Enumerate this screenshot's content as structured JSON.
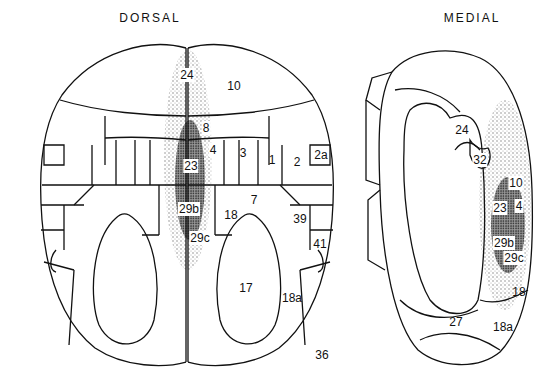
{
  "diagram": {
    "labels": [
      "DORSAL",
      "MEDIAL",
      "24",
      "10",
      "8",
      "4",
      "23",
      "3",
      "1",
      "2",
      "2a",
      "7",
      "29b",
      "18",
      "39",
      "41",
      "29c",
      "17",
      "18a",
      "36",
      "24",
      "32",
      "10",
      "4",
      "23",
      "29b",
      "29c",
      "18",
      "27",
      "18a"
    ]
  }
}
